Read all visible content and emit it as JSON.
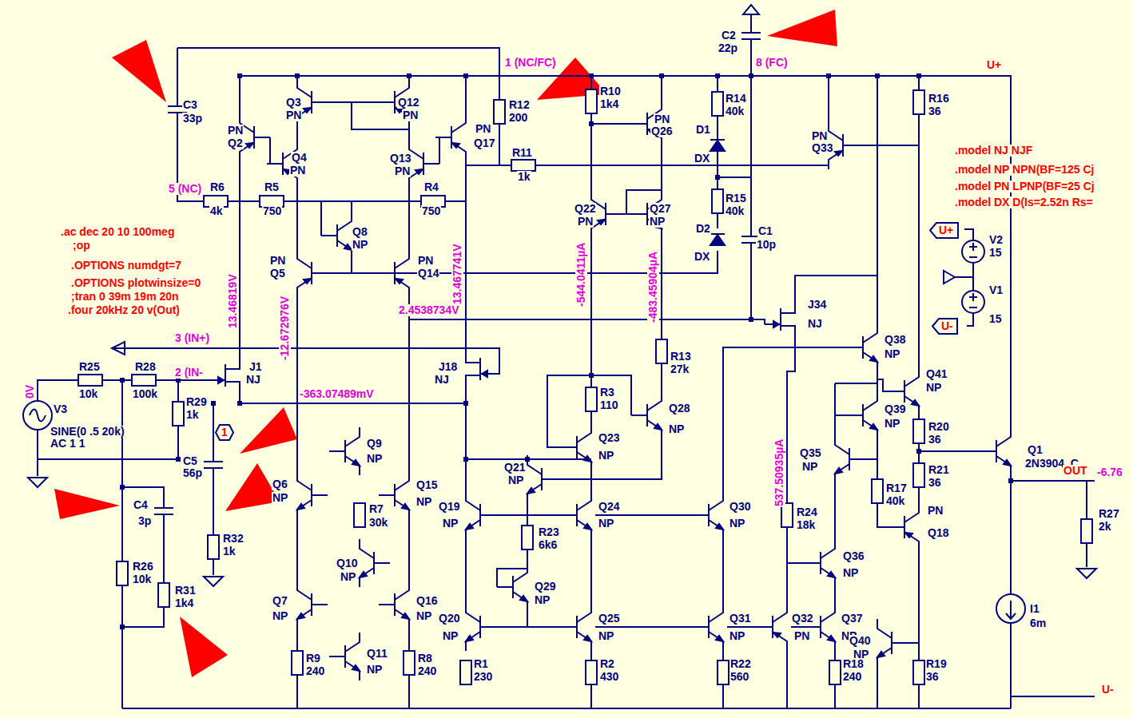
{
  "diagram": {
    "nodes": [
      {
        "text": [
          "U+"
        ]
      },
      {
        "text": [
          "U-"
        ]
      },
      {
        "text": [
          "1"
        ]
      }
    ],
    "labels": [
      "C3",
      "33p",
      "PN",
      "Q2",
      "Q3",
      "PN",
      "Q4",
      "PN",
      "Q12",
      "PN",
      "Q13",
      "PN",
      "PN",
      "Q17",
      "1 (NC/FC)",
      "R12",
      "200",
      "R11",
      "1k",
      "R10",
      "1k4",
      "PN",
      "Q26",
      "C2",
      "22p",
      "8 (FC)",
      "U+",
      "R14",
      "40k",
      "D1",
      "DX",
      "R16",
      "36",
      "PN",
      "Q33",
      ".model NJ NJF",
      ".model NP NPN(BF=125 Cj",
      ".model PN LPNP(BF=25 Cj",
      ".model DX D(Is=2.52n Rs=",
      "5 (NC)",
      "R6",
      "4k",
      "R5",
      "750",
      "R4",
      "750",
      "Q22",
      "PN",
      "Q27",
      "NP",
      "R15",
      "40k",
      "D2",
      "DX",
      "C1",
      "10p",
      "V2",
      "15",
      "V1",
      "15",
      ".ac dec 20 10 100meg",
      ";op",
      ".OPTIONS numdgt=7",
      ".OPTIONS plotwinsize=0",
      ";tran 0 39m 19m 20n",
      ".four 20kHz 20 v(Out)",
      "13.46819V",
      "Q8",
      "NP",
      "PN",
      "Q5",
      "-12.672976V",
      "PN",
      "Q14",
      "13.467741V",
      "-544.0411µA",
      "-483.45904µA",
      "2.4538734V",
      "J34",
      "NJ",
      "3 (IN+)",
      "R13",
      "27k",
      "Q38",
      "NP",
      "2 (IN-",
      "J1",
      "NJ",
      "J18",
      "NJ",
      "-363.07489mV",
      "0V",
      "R25",
      "10k",
      "R28",
      "100k",
      "R29",
      "1k",
      "V3",
      "SINE(0 .5 20k)",
      "AC 1 1",
      "Q41",
      "NP",
      "R3",
      "110",
      "Q28",
      "NP",
      "R20",
      "36",
      "Q39",
      "NP",
      "Q23",
      "NP",
      "Q9",
      "NP",
      "C5",
      "56p",
      "Q35",
      "NP",
      "R21",
      "36",
      "Q1",
      "2N3904_C",
      "OUT",
      "-6.76",
      "537.50935µA",
      "Q21",
      "NP",
      "Q6",
      "NP",
      "Q15",
      "NP",
      "R17",
      "40k",
      "PN",
      "Q18",
      "Q19",
      "NP",
      "Q24",
      "NP",
      "Q30",
      "NP",
      "C4",
      "3p",
      "R7",
      "30k",
      "R24",
      "18k",
      "R27",
      "2k",
      "R23",
      "6k6",
      "Q36",
      "NP",
      "R26",
      "10k",
      "R32",
      "1k",
      "Q10",
      "NP",
      "R31",
      "1k4",
      "Q29",
      "NP",
      "I1",
      "6m",
      "Q7",
      "NP",
      "Q16",
      "NP",
      "Q20",
      "NP",
      "Q25",
      "NP",
      "Q31",
      "NP",
      "Q32",
      "PN",
      "Q37",
      "NP",
      "Q40",
      "NP",
      "Q11",
      "NP",
      "R9",
      "240",
      "R8",
      "240",
      "R1",
      "230",
      "R2",
      "430",
      "R22",
      "560",
      "R18",
      "240",
      "R19",
      "36",
      "U-"
    ]
  }
}
